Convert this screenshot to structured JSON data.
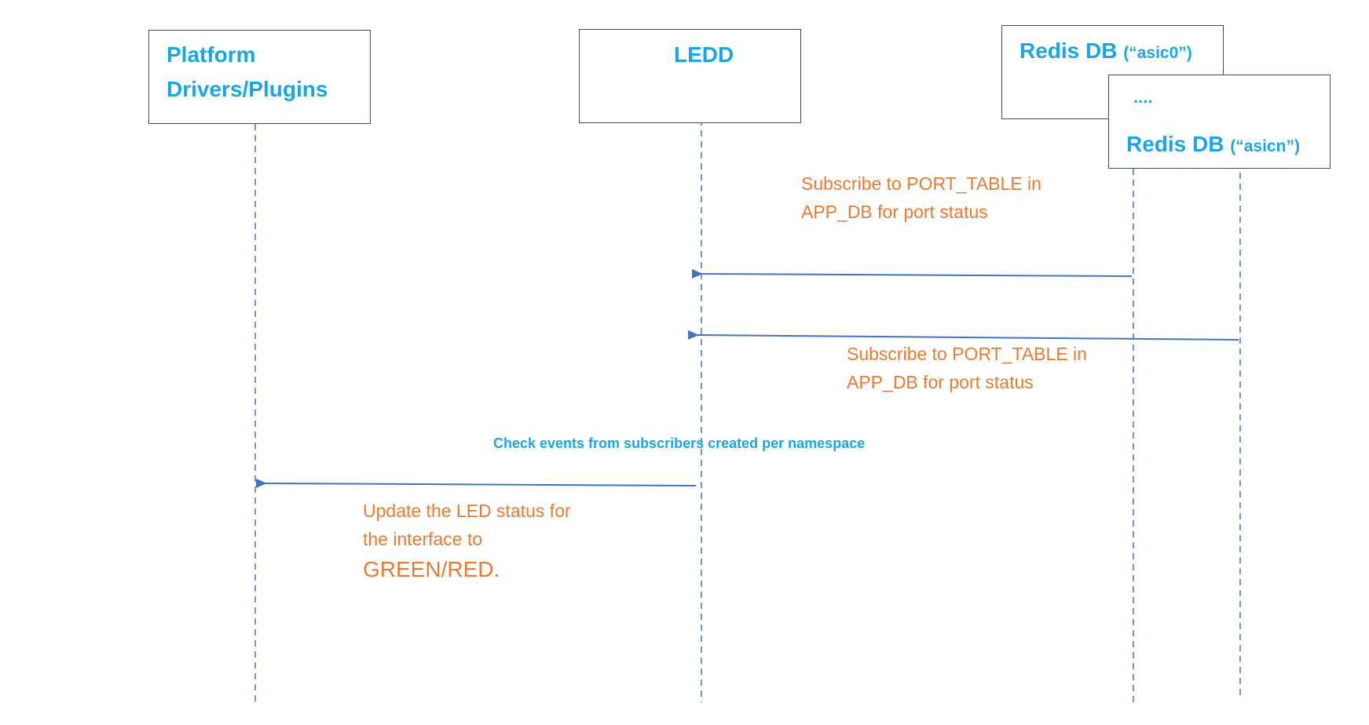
{
  "actors": {
    "platform": {
      "line1": "Platform",
      "line2": "Drivers/Plugins"
    },
    "ledd": {
      "title": "LEDD"
    },
    "redis_asic0": {
      "title": "Redis DB",
      "ns": "(“asic0”)"
    },
    "ellipsis": "....",
    "redis_asicn": {
      "title": "Redis DB",
      "ns": "(“asicn”)"
    }
  },
  "messages": {
    "sub1": {
      "line1": "Subscribe to PORT_TABLE in",
      "line2": "APP_DB for port status"
    },
    "sub2": {
      "line1": "Subscribe to PORT_TABLE in",
      "line2": "APP_DB for port status"
    },
    "note": "Check events from subscribers created per namespace",
    "update": {
      "line1": "Update the LED status for",
      "line2": "the interface to",
      "line3": "GREEN/RED."
    }
  },
  "colors": {
    "actor_text": "#19a6e6",
    "message_text": "#e97a30",
    "lifeline": "#4472c4",
    "arrow": "#4472c4",
    "box_border": "#4a4a4a"
  }
}
